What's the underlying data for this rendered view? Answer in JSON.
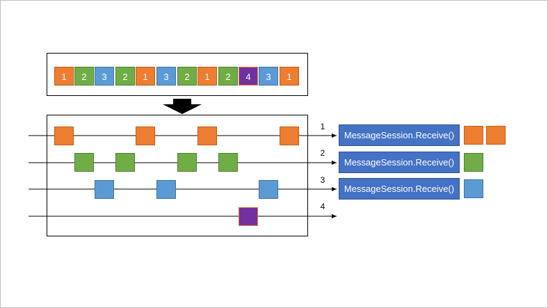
{
  "queue": {
    "items": [
      {
        "label": "1",
        "color": "#ed7d31"
      },
      {
        "label": "2",
        "color": "#70ad47"
      },
      {
        "label": "3",
        "color": "#5b9bd5"
      },
      {
        "label": "2",
        "color": "#70ad47"
      },
      {
        "label": "1",
        "color": "#ed7d31"
      },
      {
        "label": "3",
        "color": "#5b9bd5"
      },
      {
        "label": "2",
        "color": "#70ad47"
      },
      {
        "label": "1",
        "color": "#ed7d31"
      },
      {
        "label": "2",
        "color": "#70ad47"
      },
      {
        "label": "4",
        "color": "#7030a0"
      },
      {
        "label": "3",
        "color": "#5b9bd5"
      },
      {
        "label": "1",
        "color": "#ed7d31"
      }
    ]
  },
  "lanes": [
    {
      "number": "1",
      "receive_label": "MessageSession.Receive()"
    },
    {
      "number": "2",
      "receive_label": "MessageSession.Receive()"
    },
    {
      "number": "3",
      "receive_label": "MessageSession.Receive()"
    },
    {
      "number": "4"
    }
  ],
  "colors": {
    "session1": "#ed7d31",
    "session2": "#70ad47",
    "session3": "#5b9bd5",
    "session4": "#7030a0",
    "receiver": "#4472c4"
  }
}
